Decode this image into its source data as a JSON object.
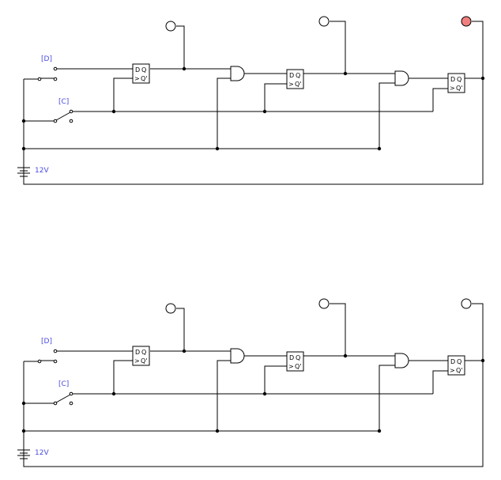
{
  "circuits": [
    {
      "id": "top",
      "d_label": "[D]",
      "c_label": "[C]",
      "battery_label": "12V",
      "flipflops": [
        {
          "d": "D",
          "q": "Q",
          "clk": ">",
          "qn": "Q'"
        },
        {
          "d": "D",
          "q": "Q",
          "clk": ">",
          "qn": "Q'"
        },
        {
          "d": "D",
          "q": "Q",
          "clk": ">",
          "qn": "Q'"
        }
      ],
      "outputs_lit": [
        false,
        false,
        true
      ]
    },
    {
      "id": "bottom",
      "d_label": "[D]",
      "c_label": "[C]",
      "battery_label": "12V",
      "flipflops": [
        {
          "d": "D",
          "q": "Q",
          "clk": ">",
          "qn": "Q'"
        },
        {
          "d": "D",
          "q": "Q",
          "clk": ">",
          "qn": "Q'"
        },
        {
          "d": "D",
          "q": "Q",
          "clk": ">",
          "qn": "Q'"
        }
      ],
      "outputs_lit": [
        false,
        false,
        false
      ]
    }
  ],
  "colors": {
    "wire": "#000000",
    "label": "#4a4ae0",
    "lamp_on": "#f08080",
    "lamp_off": "#ffffff"
  }
}
